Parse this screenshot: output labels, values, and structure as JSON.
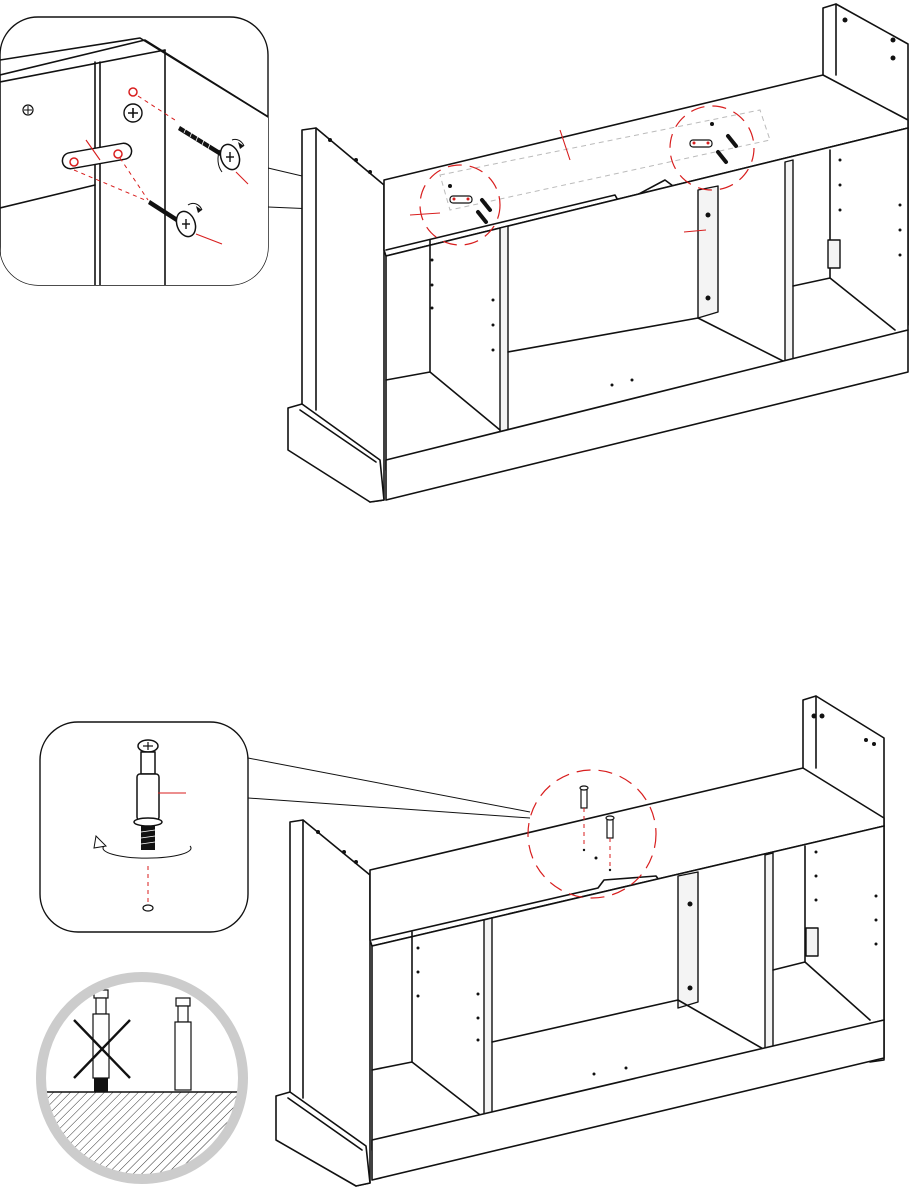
{
  "figure": {
    "steps": [
      {
        "id": "step-upper",
        "detail": "bracket-screw-callout",
        "parts": [
          "bracket",
          "wood-screw",
          "wood-screw"
        ]
      },
      {
        "id": "step-lower",
        "detail": "cam-bolt-callout",
        "parts": [
          "cam-bolt",
          "cam-bolt"
        ],
        "warning": "do-not-overtighten"
      }
    ],
    "colors": {
      "line": "#111111",
      "accent": "#d81e1e",
      "warning_ring": "#cccccc"
    },
    "icons": [
      "rotate-arrow-icon",
      "screw-icon",
      "cam-bolt-icon",
      "cross-mark-icon"
    ]
  }
}
